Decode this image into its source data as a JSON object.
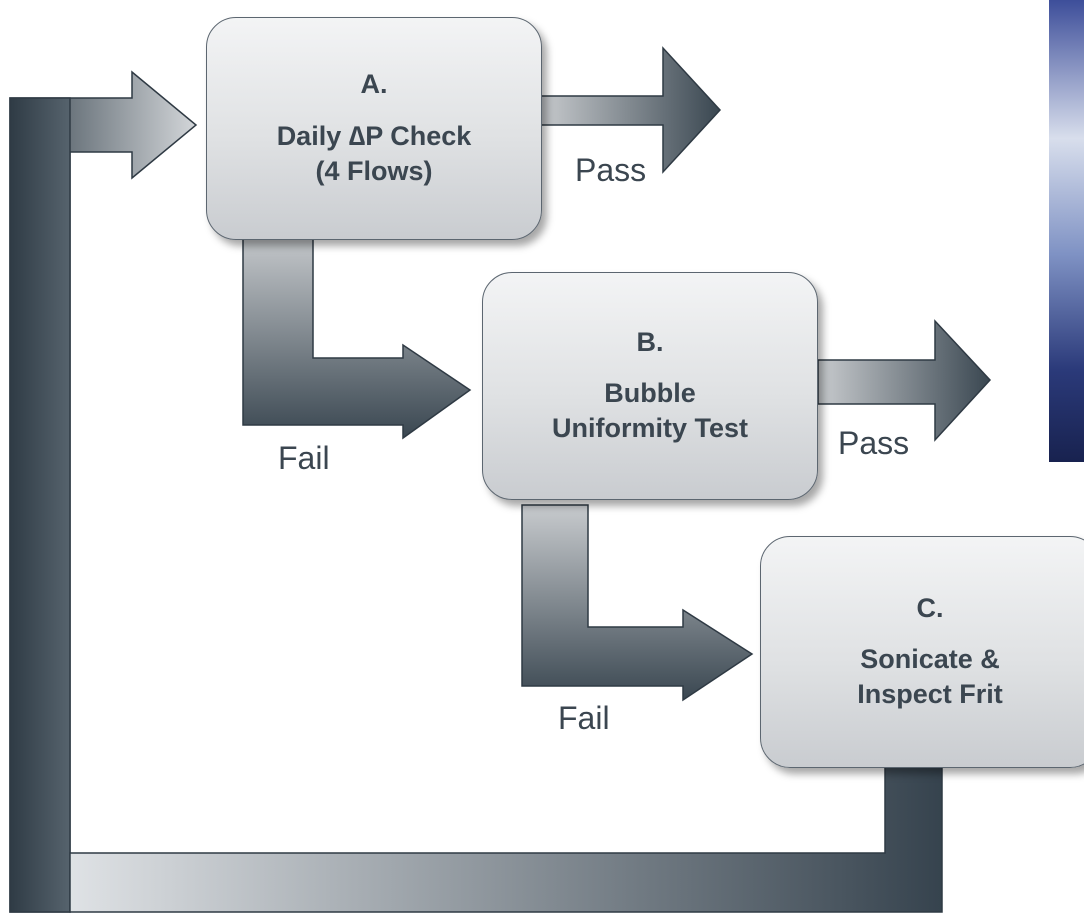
{
  "steps": [
    {
      "letter": "A.",
      "title_lines": [
        "Daily ∆P Check",
        "(4 Flows)"
      ]
    },
    {
      "letter": "B.",
      "title_lines": [
        "Bubble",
        "Uniformity Test"
      ]
    },
    {
      "letter": "C.",
      "title_lines": [
        "Sonicate &",
        "Inspect Frit"
      ]
    }
  ],
  "labels": {
    "pass_a": "Pass",
    "pass_b": "Pass",
    "fail_a": "Fail",
    "fail_b": "Fail"
  },
  "colors": {
    "dark_slate": "#36434e",
    "light_gray": "#c2c6ca",
    "text": "#3b4650"
  }
}
